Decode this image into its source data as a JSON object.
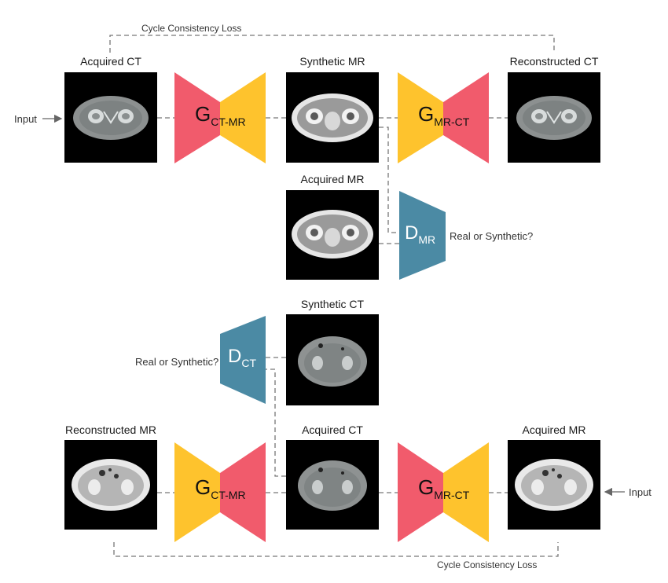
{
  "diagram": {
    "colors": {
      "red": "#f15b6c",
      "yellow": "#fec32d",
      "blue": "#4b8aa4",
      "dash": "#777777"
    },
    "top": {
      "cycle_loss_label": "Cycle Consistency Loss",
      "input_label": "Input",
      "acquired_ct_label": "Acquired CT",
      "synthetic_mr_label": "Synthetic MR",
      "reconstructed_ct_label": "Reconstructed CT",
      "acquired_mr_label": "Acquired MR",
      "gen1": {
        "main": "G",
        "sub": "CT-MR"
      },
      "gen2": {
        "main": "G",
        "sub": "MR-CT"
      },
      "disc": {
        "main": "D",
        "sub": "MR"
      },
      "disc_question": "Real or Synthetic?"
    },
    "bottom": {
      "synthetic_ct_label": "Synthetic CT",
      "disc": {
        "main": "D",
        "sub": "CT"
      },
      "disc_question": "Real or Synthetic?",
      "reconstructed_mr_label": "Reconstructed MR",
      "acquired_ct_label": "Acquired CT",
      "acquired_mr_label": "Acquired MR",
      "gen1": {
        "main": "G",
        "sub": "CT-MR"
      },
      "gen2": {
        "main": "G",
        "sub": "MR-CT"
      },
      "input_label": "Input",
      "cycle_loss_label": "Cycle Consistency Loss"
    }
  }
}
